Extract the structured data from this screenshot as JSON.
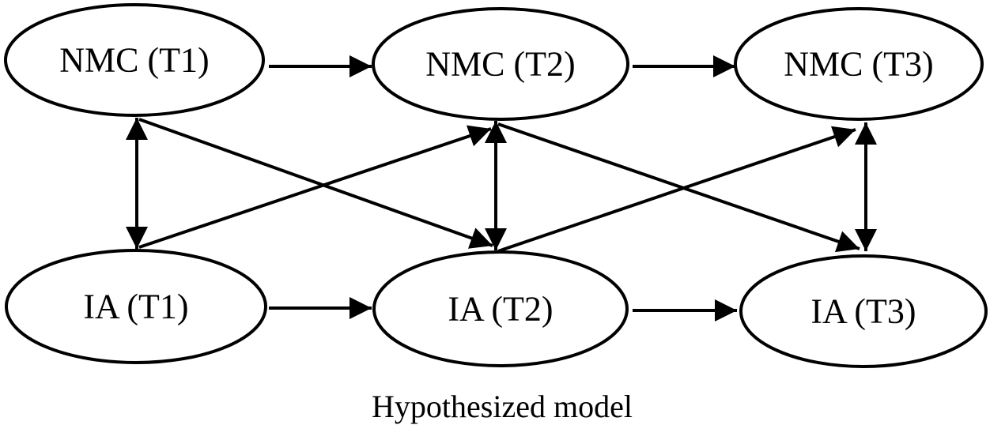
{
  "diagram": {
    "caption": "Hypothesized model",
    "nodes": [
      {
        "id": "nmc1",
        "label": "NMC (T1)"
      },
      {
        "id": "nmc2",
        "label": "NMC (T2)"
      },
      {
        "id": "nmc3",
        "label": "NMC (T3)"
      },
      {
        "id": "ia1",
        "label": "IA (T1)"
      },
      {
        "id": "ia2",
        "label": "IA (T2)"
      },
      {
        "id": "ia3",
        "label": "IA (T3)"
      }
    ],
    "edges": [
      {
        "from": "nmc1",
        "to": "nmc2",
        "type": "directed"
      },
      {
        "from": "nmc2",
        "to": "nmc3",
        "type": "directed"
      },
      {
        "from": "ia1",
        "to": "ia2",
        "type": "directed"
      },
      {
        "from": "ia2",
        "to": "ia3",
        "type": "directed"
      },
      {
        "from": "nmc1",
        "to": "ia1",
        "type": "bidirectional"
      },
      {
        "from": "nmc2",
        "to": "ia2",
        "type": "bidirectional"
      },
      {
        "from": "nmc3",
        "to": "ia3",
        "type": "bidirectional"
      },
      {
        "from": "nmc1",
        "to": "ia2",
        "type": "directed"
      },
      {
        "from": "ia1",
        "to": "nmc2",
        "type": "directed"
      },
      {
        "from": "nmc2",
        "to": "ia3",
        "type": "directed"
      },
      {
        "from": "ia2",
        "to": "nmc3",
        "type": "directed"
      }
    ],
    "colors": {
      "stroke": "#000000",
      "fill": "#ffffff"
    }
  }
}
